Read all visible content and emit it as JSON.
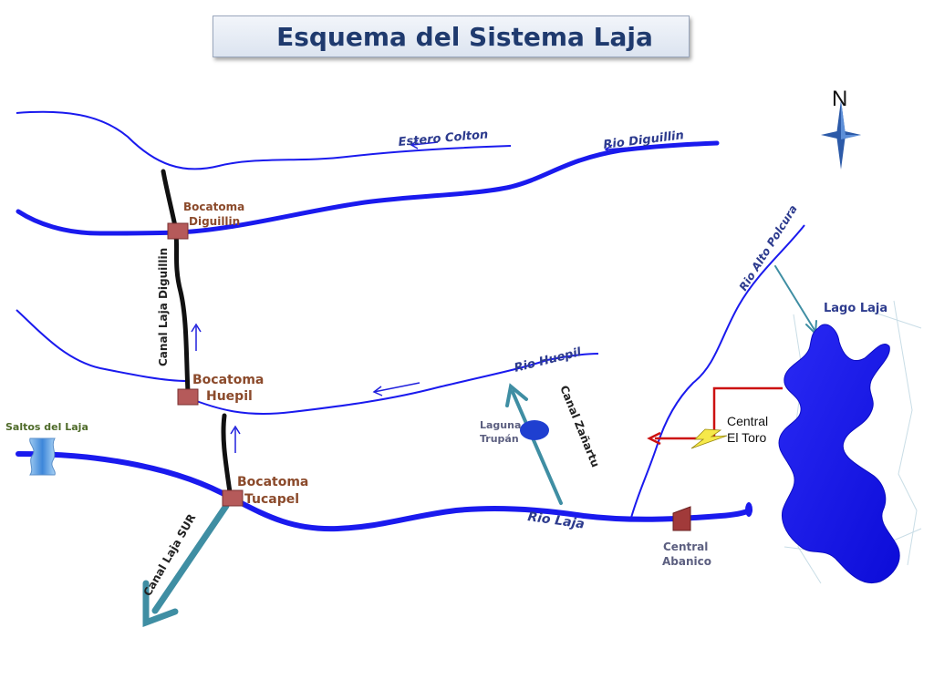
{
  "title": "Esquema del Sistema Laja",
  "compass": {
    "label": "N",
    "icon": "compass-star-icon"
  },
  "rivers": {
    "estero_colton": "Estero Colton",
    "rio_diguillin": "Rio Diguillin",
    "rio_huepil": "Rio Huepil",
    "rio_laja": "Rio Laja",
    "rio_alto_polcura": "Rio Alto Polcura"
  },
  "canals": {
    "canal_laja_diguillin": "Canal Laja Diguillin",
    "canal_zanartu": "Canal Zañartu",
    "canal_laja_sur": "Canal Laja SUR"
  },
  "bocatomas": {
    "diguillin": {
      "line1": "Bocatoma",
      "line2": "Diguillin"
    },
    "huepil": {
      "line1": "Bocatoma",
      "line2": "Huepil"
    },
    "tucapel": {
      "line1": "Bocatoma",
      "line2": "Tucapel"
    }
  },
  "places": {
    "laguna_trupan": {
      "line1": "Laguna",
      "line2": "Trupán"
    },
    "lago_laja": "Lago Laja",
    "saltos_del_laja": "Saltos del Laja",
    "central_abanico": {
      "line1": "Central",
      "line2": "Abanico"
    },
    "central_el_toro": {
      "line1": "Central",
      "line2": "El Toro"
    }
  },
  "colors": {
    "river": "#1a1aee",
    "canal_black": "#111111",
    "canal_teal": "#3f8ea3",
    "bocatoma": "#b55a5a",
    "lake": "#1a1af0",
    "el_toro_line": "#cc1111",
    "title_text": "#1f3a6e"
  }
}
